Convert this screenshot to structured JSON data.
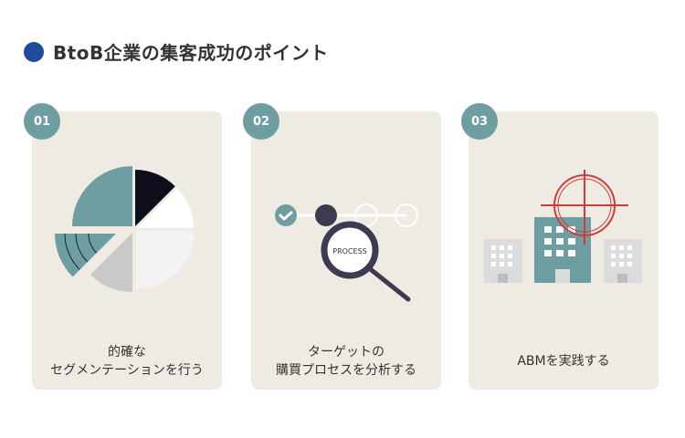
{
  "header": {
    "title": "BtoB企業の集客成功のポイント"
  },
  "colors": {
    "accent": "#1e4b9b",
    "teal": "#6e9ea1",
    "card_bg": "#efebe3",
    "navy": "#3d3a52",
    "red": "#d23a3a"
  },
  "cards": [
    {
      "number": "01",
      "line1": "的確な",
      "line2": "セグメンテーションを行う",
      "icon": "pie-chart-icon"
    },
    {
      "number": "02",
      "line1": "ターゲットの",
      "line2": "購買プロセスを分析する",
      "icon": "process-magnifier-icon",
      "magnifier_text": "PROCESS"
    },
    {
      "number": "03",
      "line1": "ABMを実践する",
      "icon": "target-buildings-icon"
    }
  ]
}
